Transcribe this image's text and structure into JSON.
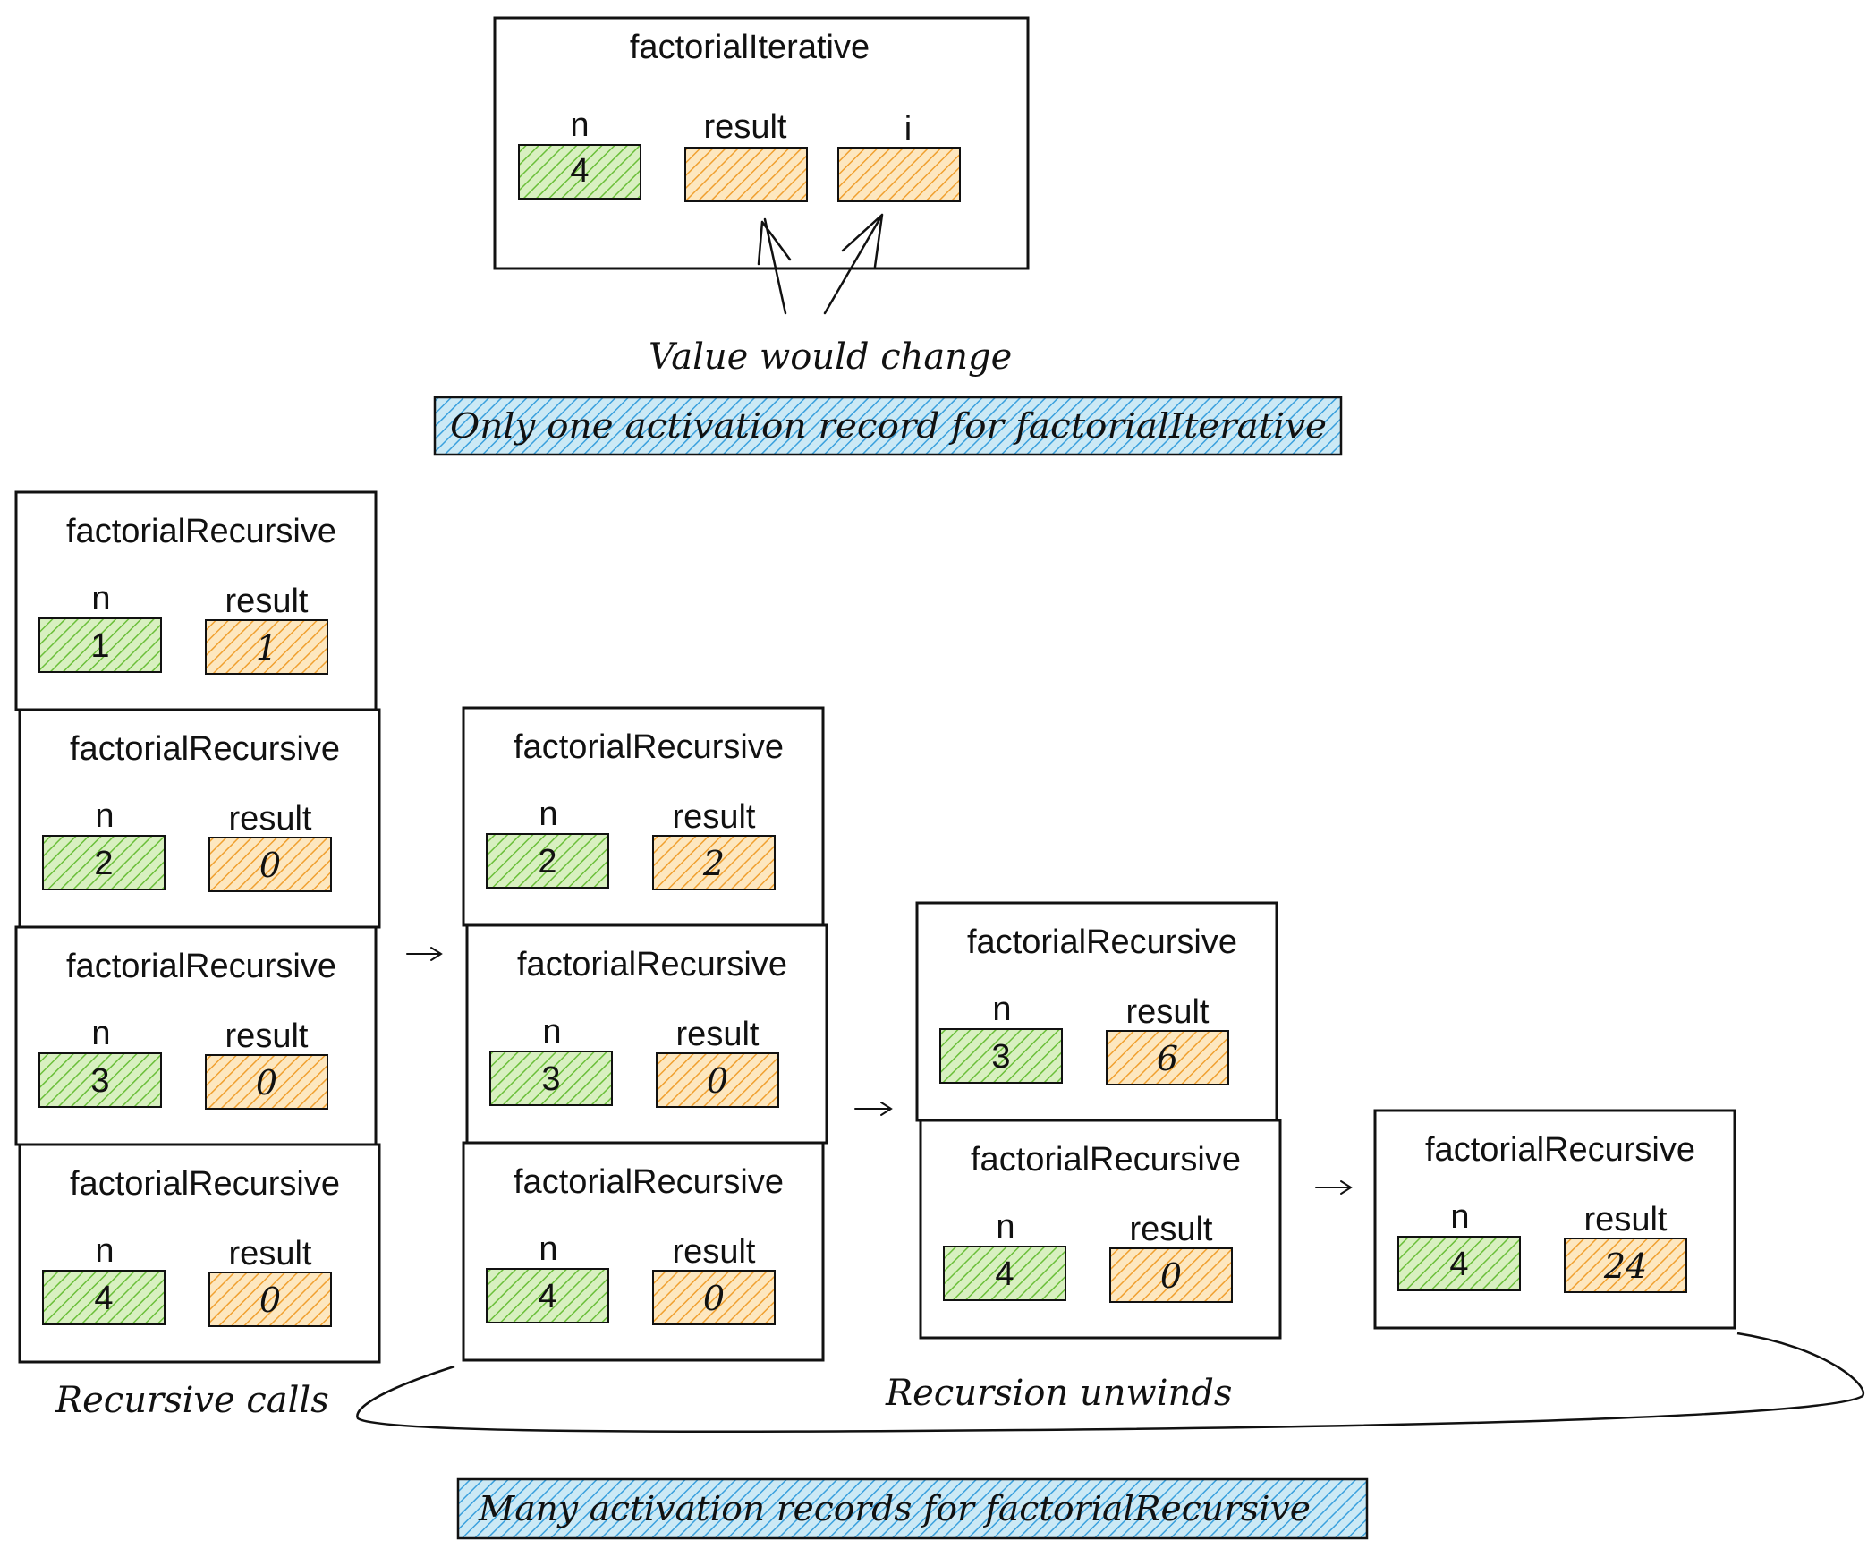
{
  "iterative": {
    "title": "factorialIterative",
    "vars": [
      {
        "name": "n",
        "value": "4",
        "kind": "input"
      },
      {
        "name": "result",
        "value": "",
        "kind": "local"
      },
      {
        "name": "i",
        "value": "",
        "kind": "local"
      }
    ],
    "annotation": "Value would change",
    "note": "Only one activation record for factorialIterative"
  },
  "recursive": {
    "title": "factorialRecursive",
    "stacks": [
      [
        {
          "n": "1",
          "result": "1"
        },
        {
          "n": "2",
          "result": "0"
        },
        {
          "n": "3",
          "result": "0"
        },
        {
          "n": "4",
          "result": "0"
        }
      ],
      [
        {
          "n": "2",
          "result": "2"
        },
        {
          "n": "3",
          "result": "0"
        },
        {
          "n": "4",
          "result": "0"
        }
      ],
      [
        {
          "n": "3",
          "result": "6"
        },
        {
          "n": "4",
          "result": "0"
        }
      ],
      [
        {
          "n": "4",
          "result": "24"
        }
      ]
    ],
    "labels": {
      "n": "n",
      "result": "result",
      "calls": "Recursive calls",
      "unwinds": "Recursion unwinds",
      "note": "Many activation records for factorialRecursive"
    }
  },
  "colors": {
    "green_fill": "#d8f0c0",
    "green_hatch": "#6bbf3a",
    "orange_fill": "#fde7bf",
    "orange_hatch": "#f0a030",
    "blue_fill": "#cbe9f5",
    "blue_hatch": "#3aa0dd",
    "stroke": "#111111"
  }
}
